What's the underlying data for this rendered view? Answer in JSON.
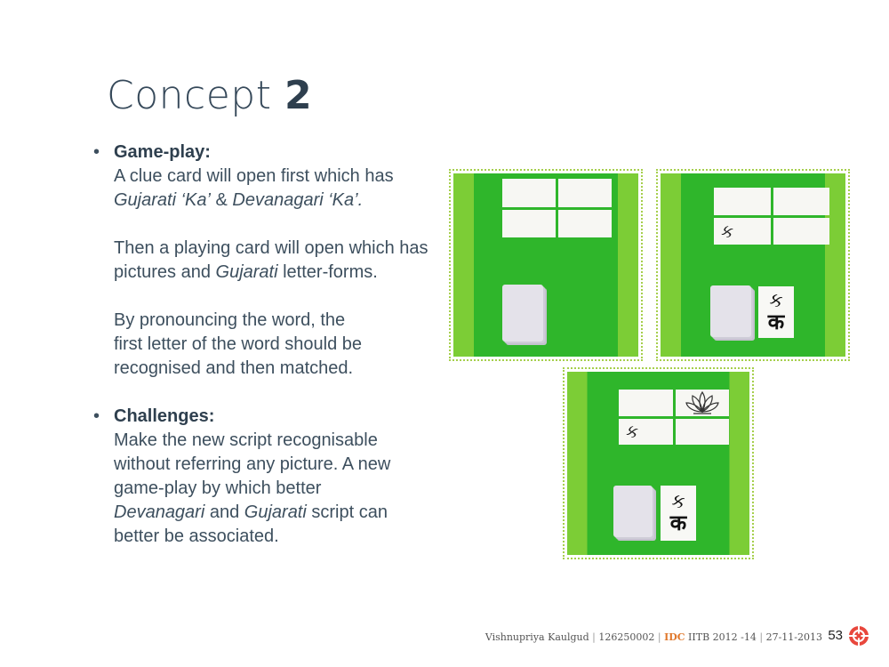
{
  "slide": {
    "title_text": "Concept",
    "title_number": "2",
    "gameplay": {
      "heading": "Game-play:",
      "p1": [
        {
          "t": "A clue card will open first which has ",
          "i": false
        },
        {
          "t": "Gujarati ‘Ka’",
          "i": true
        },
        {
          "t": " & ",
          "i": false
        },
        {
          "t": "Devanagari ‘Ka’.",
          "i": true
        }
      ],
      "p2": [
        {
          "t": "Then a playing card will open which has pictures and ",
          "i": false
        },
        {
          "t": "Gujarati",
          "i": true
        },
        {
          "t": " letter-forms.",
          "i": false
        }
      ],
      "p3_line1": "By pronouncing the word, the",
      "p3_line2": "first letter of the word should be",
      "p3_line3": "recognised and then matched."
    },
    "challenges": {
      "heading": "Challenges:",
      "body": [
        {
          "t": "Make the new script recognisable without referring any picture. A new game-play by which better ",
          "i": false
        },
        {
          "t": "Devanagari",
          "i": true
        },
        {
          "t": " and ",
          "i": false
        },
        {
          "t": "Gujarati",
          "i": true
        },
        {
          "t": " script can better be associated.",
          "i": false
        }
      ]
    }
  },
  "photos": {
    "gujarati_ka": "ક",
    "devanagari_ka": "क"
  },
  "footer": {
    "author": "Vishnupriya Kaulgud",
    "roll": "126250002",
    "institute_abbr": "IDC",
    "institute_rest": "IITB 2012 -14",
    "date": "27-11-2013",
    "page": "53"
  },
  "colors": {
    "green": "#2fb62b",
    "light_green": "#7ccd36",
    "accent": "#e0782c"
  }
}
